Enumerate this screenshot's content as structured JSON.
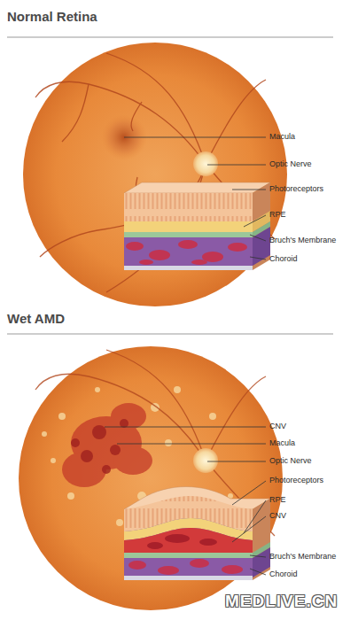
{
  "diagram": {
    "title": "Normal Retina",
    "labels": [
      "Macula",
      "Optic Nerve",
      "Photoreceptors",
      "RPE",
      "Bruch's Membrane",
      "Choroid",
      "Wet AMD",
      "CNV",
      "Macula",
      "Optic Nerve",
      "Photoreceptors",
      "RPE",
      "CNV",
      "Bruch's Membrane",
      "Choroid",
      "MEDLIVE.CN"
    ]
  }
}
